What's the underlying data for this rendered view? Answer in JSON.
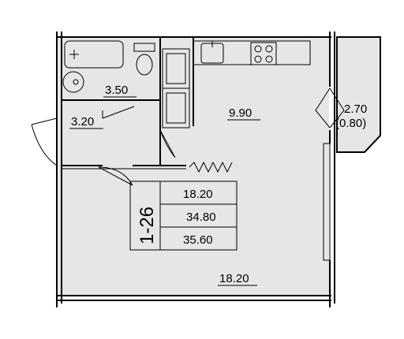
{
  "rooms": {
    "bathroom_area": "3.50",
    "hall_area": "3.20",
    "kitchen_area": "9.90",
    "living_area": "18.20",
    "balcony_area": "2.70",
    "balcony_reduced_area": "(0.80)"
  },
  "unit_info": {
    "plan_code": "1-26",
    "living_area": "18.20",
    "total_area": "34.80",
    "total_with_balcony": "35.60"
  },
  "colors": {
    "floor": "#e6e6e6",
    "walls": "#000000"
  }
}
